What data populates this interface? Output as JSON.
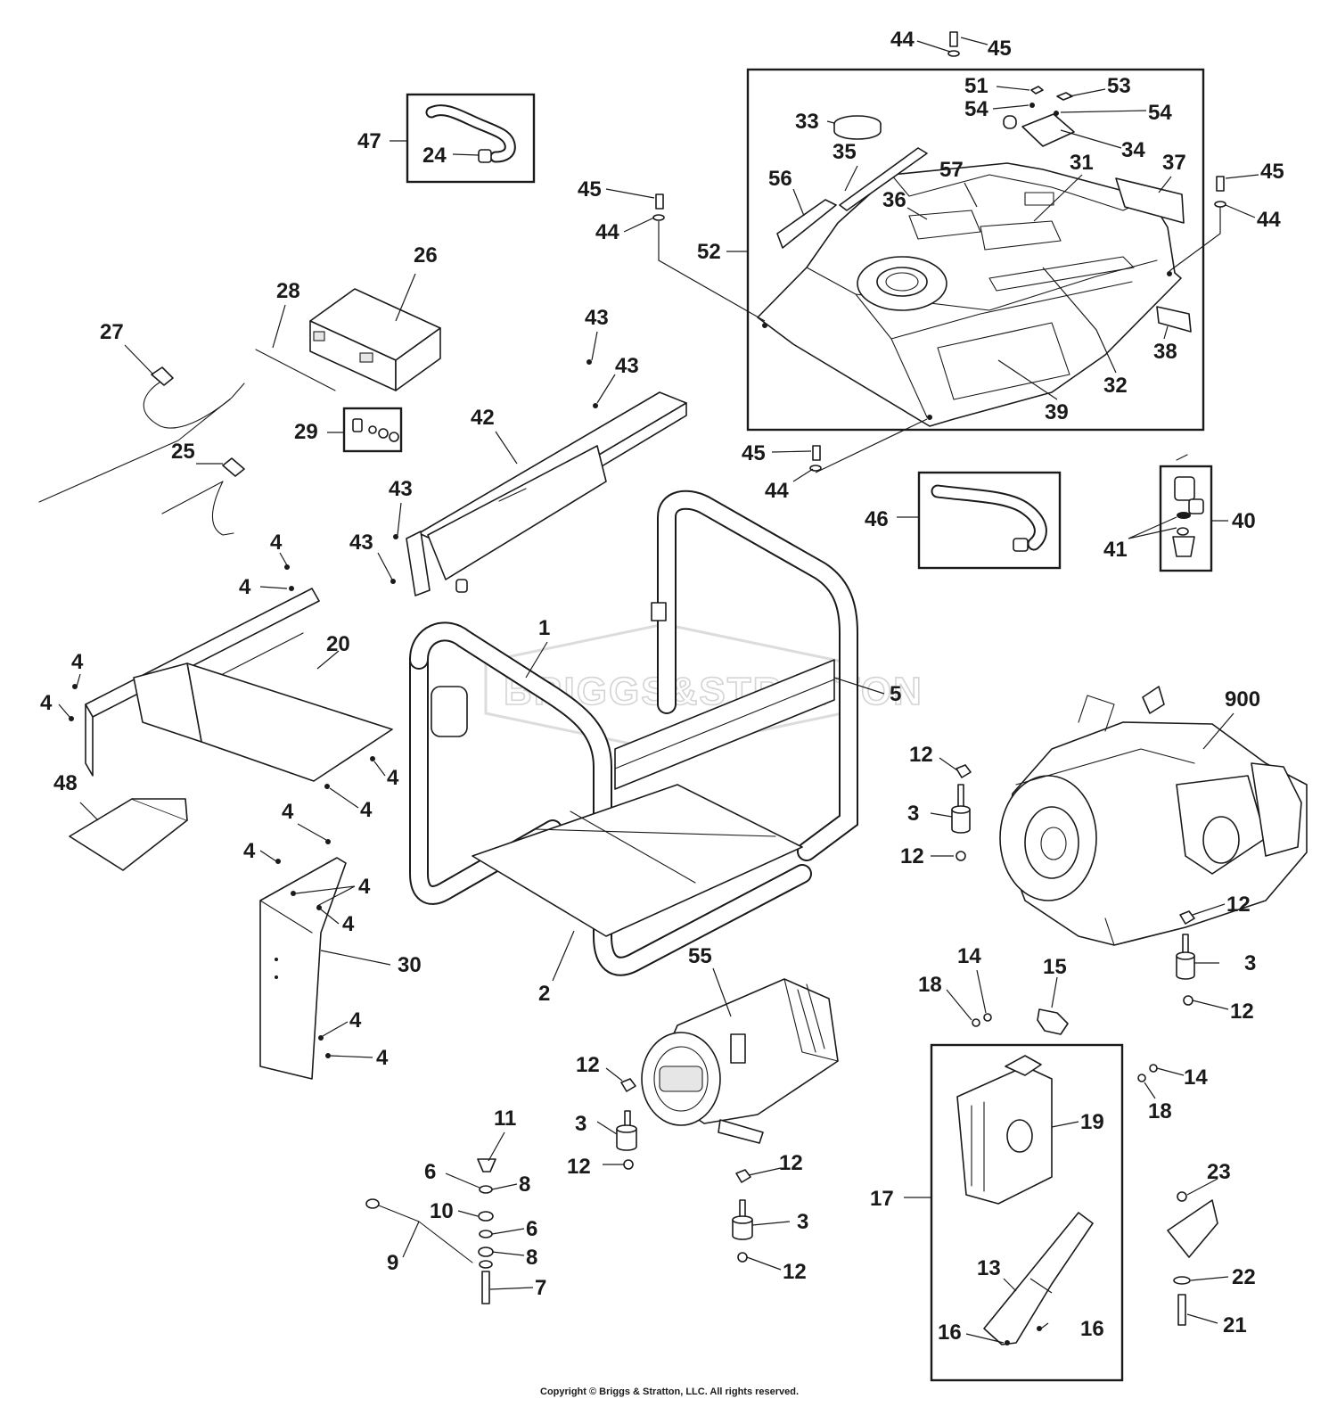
{
  "watermark": "BRIGGS&STRATTON",
  "copyright": "Copyright © Briggs & Stratton, LLC. All rights reserved.",
  "callouts": [
    {
      "id": "c1",
      "text": "1"
    },
    {
      "id": "c2",
      "text": "2"
    },
    {
      "id": "c3a",
      "text": "3"
    },
    {
      "id": "c3b",
      "text": "3"
    },
    {
      "id": "c3c",
      "text": "3"
    },
    {
      "id": "c3d",
      "text": "3"
    },
    {
      "id": "c4a",
      "text": "4"
    },
    {
      "id": "c4b",
      "text": "4"
    },
    {
      "id": "c4c",
      "text": "4"
    },
    {
      "id": "c4d",
      "text": "4"
    },
    {
      "id": "c4e",
      "text": "4"
    },
    {
      "id": "c4f",
      "text": "4"
    },
    {
      "id": "c4g",
      "text": "4"
    },
    {
      "id": "c4h",
      "text": "4"
    },
    {
      "id": "c4i",
      "text": "4"
    },
    {
      "id": "c4j",
      "text": "4"
    },
    {
      "id": "c4k",
      "text": "4"
    },
    {
      "id": "c4l",
      "text": "4"
    },
    {
      "id": "c4m",
      "text": "4"
    },
    {
      "id": "c5",
      "text": "5"
    },
    {
      "id": "c6a",
      "text": "6"
    },
    {
      "id": "c6b",
      "text": "6"
    },
    {
      "id": "c7",
      "text": "7"
    },
    {
      "id": "c8a",
      "text": "8"
    },
    {
      "id": "c8b",
      "text": "8"
    },
    {
      "id": "c9",
      "text": "9"
    },
    {
      "id": "c10",
      "text": "10"
    },
    {
      "id": "c11",
      "text": "11"
    },
    {
      "id": "c12a",
      "text": "12"
    },
    {
      "id": "c12b",
      "text": "12"
    },
    {
      "id": "c12c",
      "text": "12"
    },
    {
      "id": "c12d",
      "text": "12"
    },
    {
      "id": "c12e",
      "text": "12"
    },
    {
      "id": "c12f",
      "text": "12"
    },
    {
      "id": "c12g",
      "text": "12"
    },
    {
      "id": "c12h",
      "text": "12"
    },
    {
      "id": "c13",
      "text": "13"
    },
    {
      "id": "c14a",
      "text": "14"
    },
    {
      "id": "c14b",
      "text": "14"
    },
    {
      "id": "c15",
      "text": "15"
    },
    {
      "id": "c16a",
      "text": "16"
    },
    {
      "id": "c16b",
      "text": "16"
    },
    {
      "id": "c17",
      "text": "17"
    },
    {
      "id": "c18a",
      "text": "18"
    },
    {
      "id": "c18b",
      "text": "18"
    },
    {
      "id": "c19",
      "text": "19"
    },
    {
      "id": "c20",
      "text": "20"
    },
    {
      "id": "c21",
      "text": "21"
    },
    {
      "id": "c22",
      "text": "22"
    },
    {
      "id": "c23",
      "text": "23"
    },
    {
      "id": "c24",
      "text": "24"
    },
    {
      "id": "c25",
      "text": "25"
    },
    {
      "id": "c26",
      "text": "26"
    },
    {
      "id": "c27",
      "text": "27"
    },
    {
      "id": "c28",
      "text": "28"
    },
    {
      "id": "c29",
      "text": "29"
    },
    {
      "id": "c30",
      "text": "30"
    },
    {
      "id": "c31",
      "text": "31"
    },
    {
      "id": "c32",
      "text": "32"
    },
    {
      "id": "c33",
      "text": "33"
    },
    {
      "id": "c34",
      "text": "34"
    },
    {
      "id": "c35",
      "text": "35"
    },
    {
      "id": "c36",
      "text": "36"
    },
    {
      "id": "c37",
      "text": "37"
    },
    {
      "id": "c38",
      "text": "38"
    },
    {
      "id": "c39",
      "text": "39"
    },
    {
      "id": "c40",
      "text": "40"
    },
    {
      "id": "c41",
      "text": "41"
    },
    {
      "id": "c42",
      "text": "42"
    },
    {
      "id": "c43a",
      "text": "43"
    },
    {
      "id": "c43b",
      "text": "43"
    },
    {
      "id": "c43c",
      "text": "43"
    },
    {
      "id": "c43d",
      "text": "43"
    },
    {
      "id": "c44a",
      "text": "44"
    },
    {
      "id": "c44b",
      "text": "44"
    },
    {
      "id": "c44c",
      "text": "44"
    },
    {
      "id": "c44d",
      "text": "44"
    },
    {
      "id": "c45a",
      "text": "45"
    },
    {
      "id": "c45b",
      "text": "45"
    },
    {
      "id": "c45c",
      "text": "45"
    },
    {
      "id": "c45d",
      "text": "45"
    },
    {
      "id": "c46",
      "text": "46"
    },
    {
      "id": "c47",
      "text": "47"
    },
    {
      "id": "c48",
      "text": "48"
    },
    {
      "id": "c51",
      "text": "51"
    },
    {
      "id": "c52",
      "text": "52"
    },
    {
      "id": "c53",
      "text": "53"
    },
    {
      "id": "c54a",
      "text": "54"
    },
    {
      "id": "c54b",
      "text": "54"
    },
    {
      "id": "c55",
      "text": "55"
    },
    {
      "id": "c56",
      "text": "56"
    },
    {
      "id": "c57",
      "text": "57"
    },
    {
      "id": "c900",
      "text": "900"
    }
  ]
}
